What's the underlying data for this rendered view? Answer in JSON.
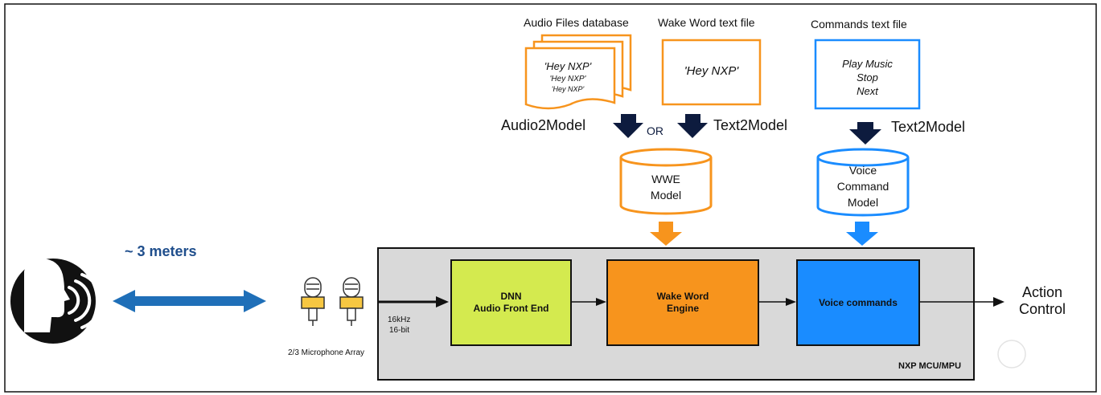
{
  "sources": {
    "audio_db": {
      "title": "Audio Files database",
      "lines": [
        "'Hey NXP'",
        "'Hey NXP'",
        "'Hey NXP'"
      ]
    },
    "wake_word_file": {
      "title": "Wake Word text file",
      "text": "'Hey NXP'"
    },
    "commands_file": {
      "title": "Commands text file",
      "lines": [
        "Play Music",
        "Stop",
        "Next"
      ]
    }
  },
  "converters": {
    "audio2model": "Audio2Model",
    "or": "OR",
    "text2model_left": "Text2Model",
    "text2model_right": "Text2Model"
  },
  "models": {
    "wwe": [
      "WWE",
      "Model"
    ],
    "voice_command": [
      "Voice",
      "Command",
      "Model"
    ]
  },
  "distance": {
    "label": "~  3 meters"
  },
  "microphone": {
    "label": "2/3  Microphone Array"
  },
  "signal": {
    "rate": "16kHz",
    "depth": "16-bit"
  },
  "chip": {
    "label": "NXP MCU/MPU",
    "blocks": [
      {
        "label": "DNN\nAudio Front End",
        "color": "#d4ea4f"
      },
      {
        "label": "Wake Word\nEngine",
        "color": "#f7941d"
      },
      {
        "label": "Voice commands",
        "color": "#1a8cff"
      }
    ]
  },
  "output": {
    "label": [
      "Action",
      "Control"
    ]
  },
  "colors": {
    "orange": "#f7941d",
    "blue": "#1a8cff",
    "navy": "#0d1b3e",
    "speaker_arrow": "#1f6fb8",
    "chip_bg": "#d9d9d9"
  }
}
